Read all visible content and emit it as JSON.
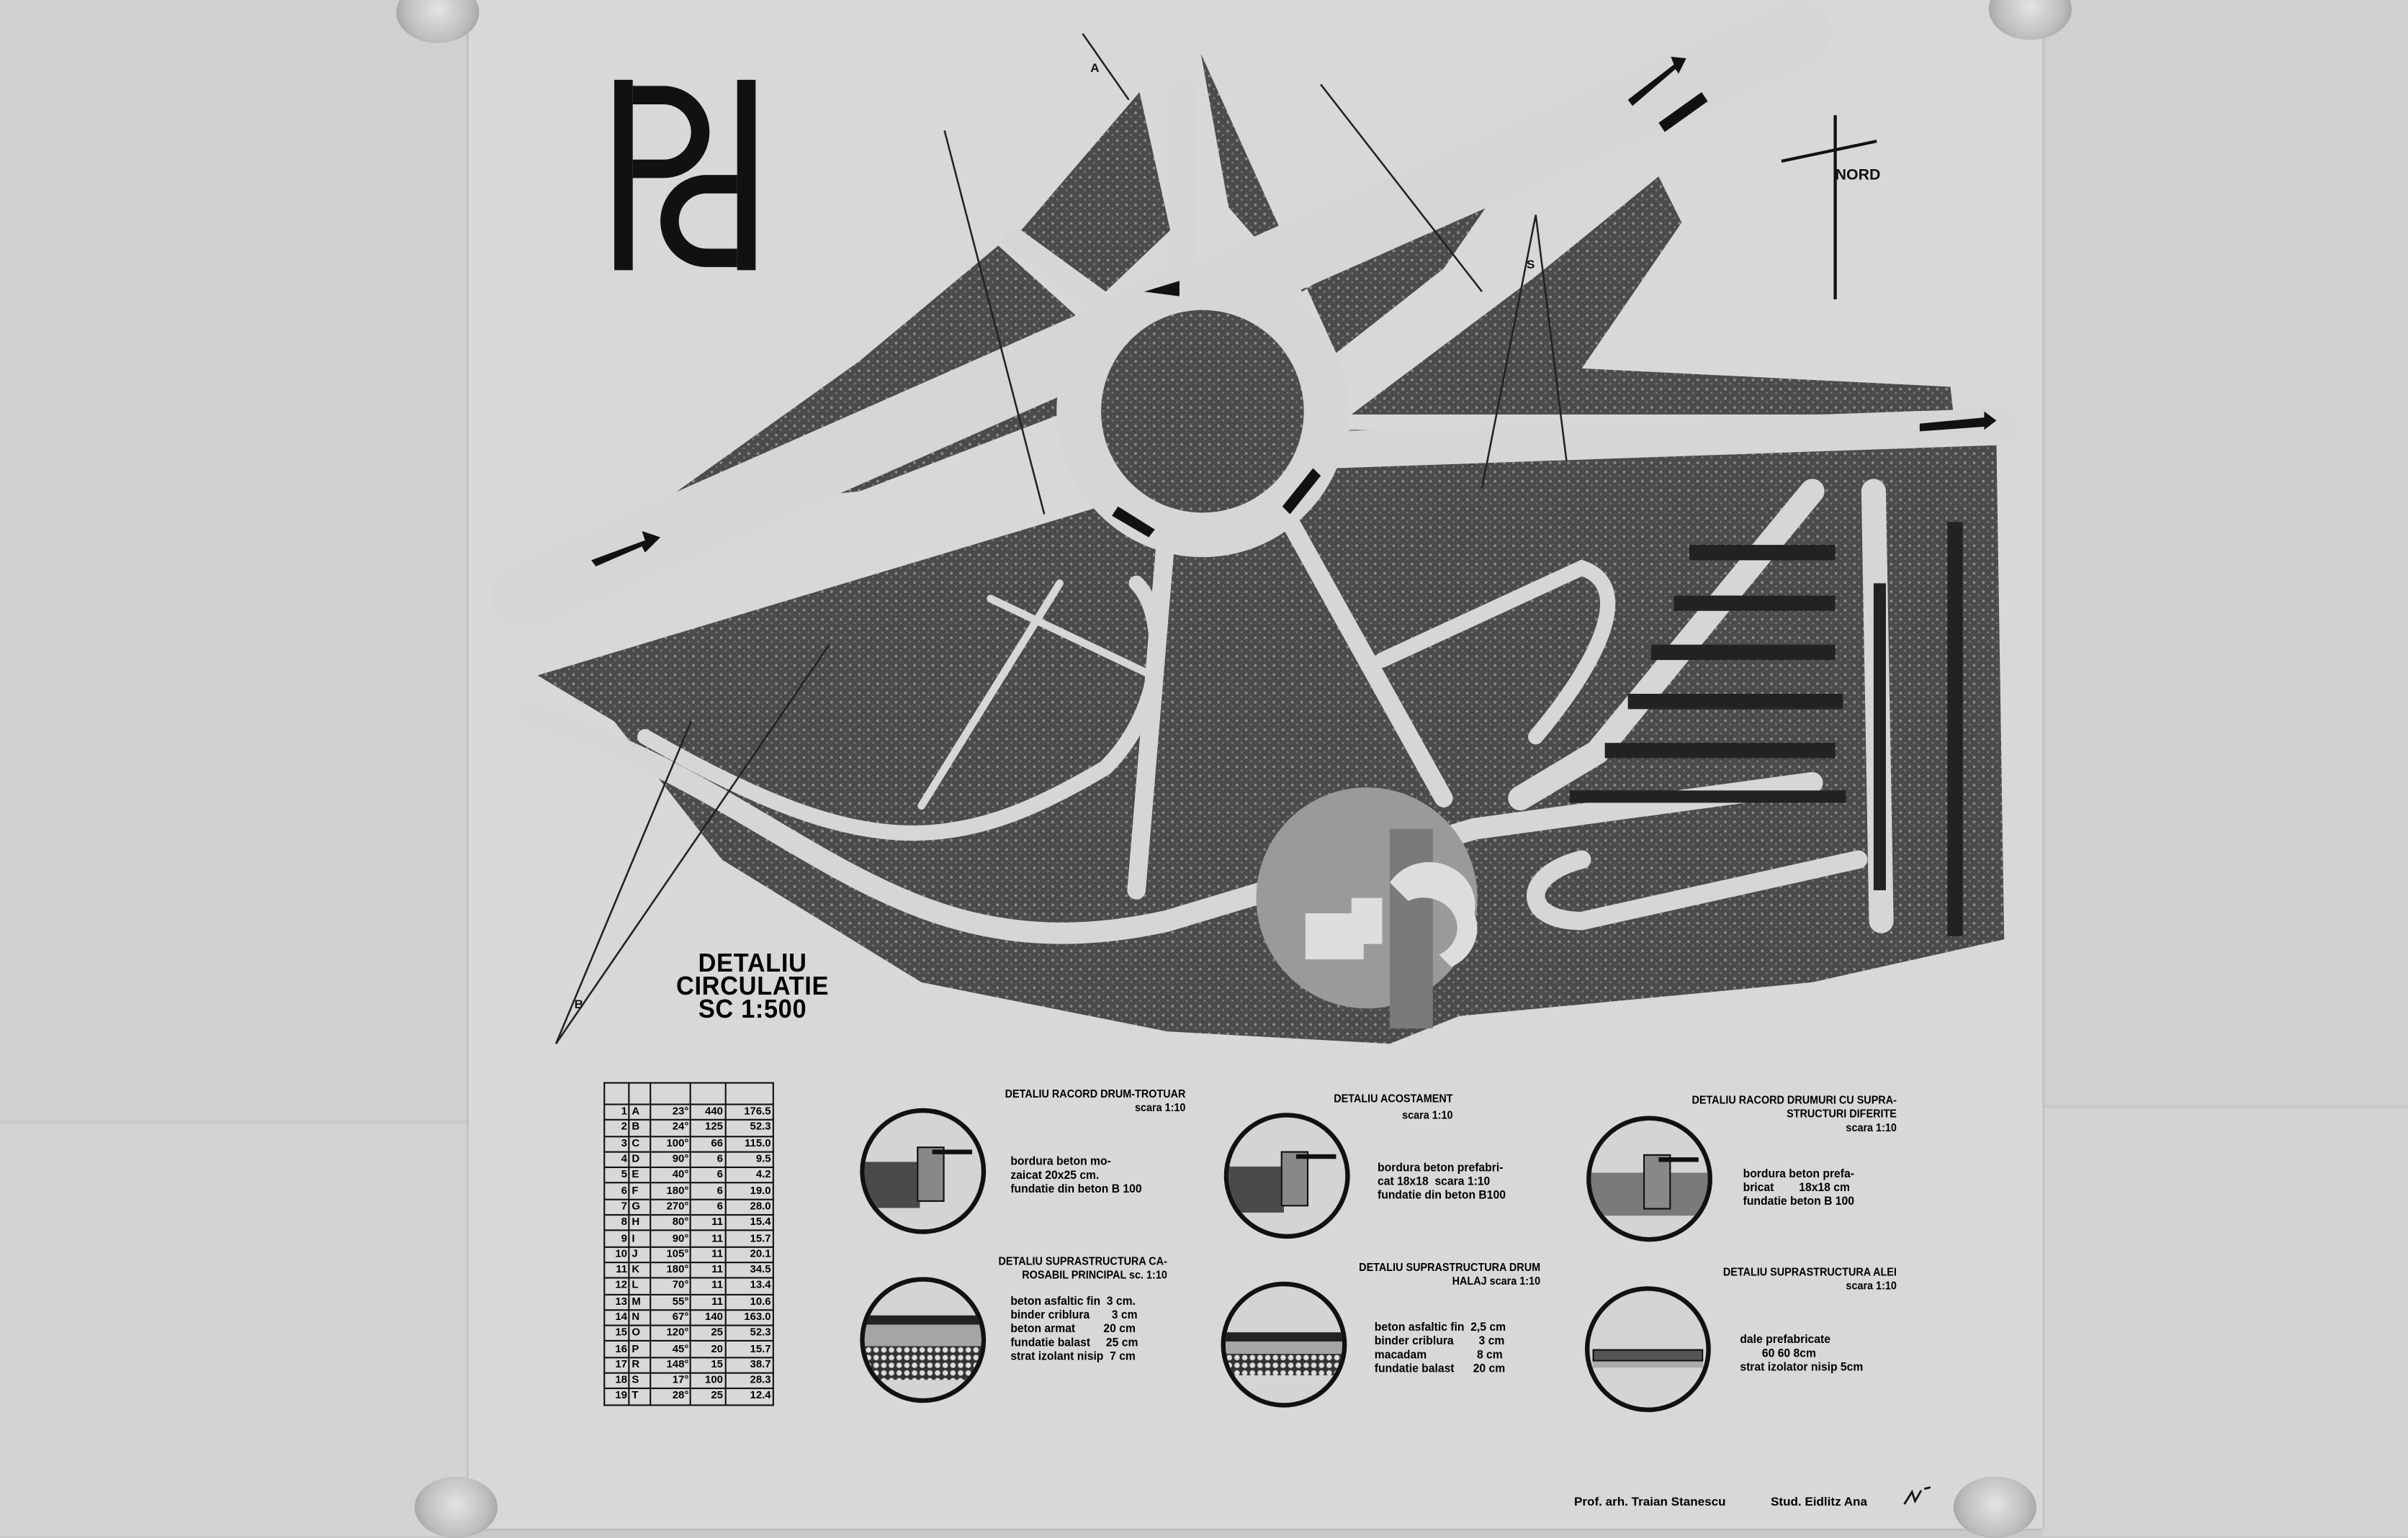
{
  "drawing": {
    "logo": "pd",
    "title_lines": [
      "DETALIU",
      "CIRCULATIE",
      "SC 1:500"
    ],
    "compass_label": "NORD",
    "point_labels": {
      "a": "A",
      "b": "B",
      "s": "S"
    }
  },
  "table": {
    "rows": [
      [
        "1",
        "A",
        "23°",
        "440",
        "176.5"
      ],
      [
        "2",
        "B",
        "24°",
        "125",
        "52.3"
      ],
      [
        "3",
        "C",
        "100°",
        "66",
        "115.0"
      ],
      [
        "4",
        "D",
        "90°",
        "6",
        "9.5"
      ],
      [
        "5",
        "E",
        "40°",
        "6",
        "4.2"
      ],
      [
        "6",
        "F",
        "180°",
        "6",
        "19.0"
      ],
      [
        "7",
        "G",
        "270°",
        "6",
        "28.0"
      ],
      [
        "8",
        "H",
        "80°",
        "11",
        "15.4"
      ],
      [
        "9",
        "I",
        "90°",
        "11",
        "15.7"
      ],
      [
        "10",
        "J",
        "105°",
        "11",
        "20.1"
      ],
      [
        "11",
        "K",
        "180°",
        "11",
        "34.5"
      ],
      [
        "12",
        "L",
        "70°",
        "11",
        "13.4"
      ],
      [
        "13",
        "M",
        "55°",
        "11",
        "10.6"
      ],
      [
        "14",
        "N",
        "67°",
        "140",
        "163.0"
      ],
      [
        "15",
        "O",
        "120°",
        "25",
        "52.3"
      ],
      [
        "16",
        "P",
        "45°",
        "20",
        "15.7"
      ],
      [
        "17",
        "R",
        "148°",
        "15",
        "38.7"
      ],
      [
        "18",
        "S",
        "17°",
        "100",
        "28.3"
      ],
      [
        "19",
        "T",
        "28°",
        "25",
        "12.4"
      ]
    ]
  },
  "details": [
    {
      "title": "DETALIU RACORD DRUM-TROTUAR",
      "title2": "",
      "scale": "scara 1:10",
      "notes": "bordura beton mo-\nzaicat 20x25 cm.\nfundatie din beton B 100"
    },
    {
      "title": "DETALIU ACOSTAMENT",
      "title2": "",
      "scale": "scara 1:10",
      "notes": "bordura beton prefabri-\ncat 18x18  scara 1:10\nfundatie din beton B100"
    },
    {
      "title": "DETALIU RACORD DRUMURI CU SUPRA-",
      "title2": "STRUCTURI DIFERITE",
      "scale": "scara 1:10",
      "notes": "bordura beton prefa-\nbricat        18x18 cm\nfundatie beton B 100"
    },
    {
      "title": "DETALIU SUPRASTRUCTURA CA-",
      "title2": "",
      "scale": "ROSABIL PRINCIPAL  sc. 1:10",
      "notes": "beton asfaltic fin  3 cm.\nbinder criblura       3 cm\nbeton armat         20 cm\nfundatie balast     25 cm\nstrat izolant nisip  7 cm"
    },
    {
      "title": "DETALIU SUPRASTRUCTURA DRUM",
      "title2": "",
      "scale": "HALAJ                 scara 1:10",
      "notes": "beton asfaltic fin  2,5 cm\nbinder criblura        3 cm\nmacadam                8 cm\nfundatie balast      20 cm"
    },
    {
      "title": "DETALIU SUPRASTRUCTURA ALEI",
      "title2": "",
      "scale": "scara 1:10",
      "notes": "dale prefabricate\n       60 60 8cm\nstrat izolator nisip 5cm"
    }
  ],
  "credits": {
    "professor": "Prof. arh. Traian Stanescu",
    "student": "Stud.  Eidlitz Ana"
  }
}
